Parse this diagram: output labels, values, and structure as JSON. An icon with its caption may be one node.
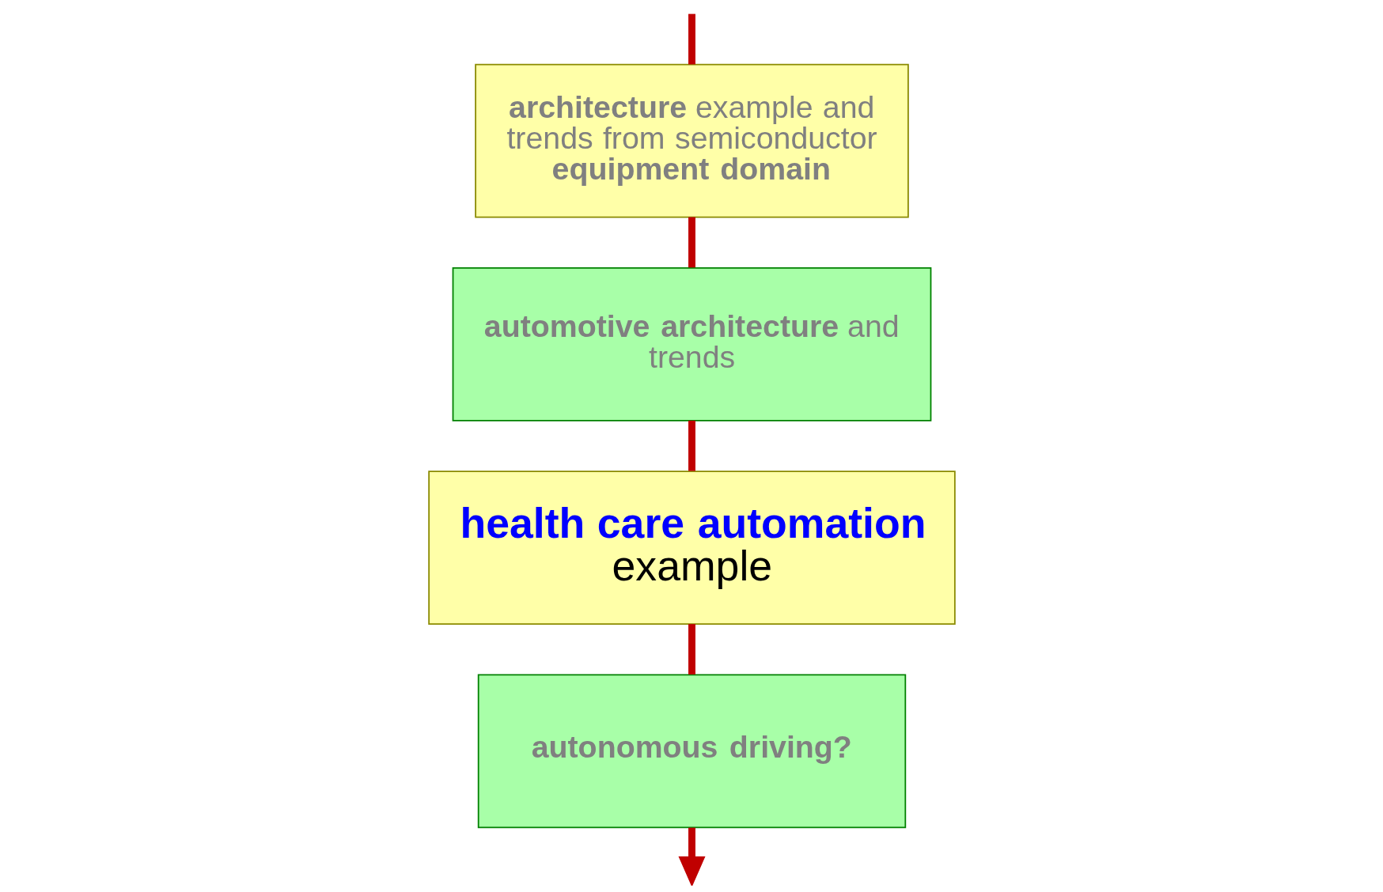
{
  "diagram": {
    "nodes": [
      {
        "text": [
          "**architecture** example and trends from semiconductor **equipment domain**"
        ]
      },
      {
        "text": [
          "**automotive architecture** and trends"
        ]
      },
      {
        "text": [
          "**health care automation** example"
        ]
      },
      {
        "text": [
          "**autonomous driving?**"
        ]
      }
    ],
    "edges": [
      {
        "from": null,
        "to": 0,
        "arrow": "none"
      },
      {
        "from": 0,
        "to": 1,
        "arrow": "none"
      },
      {
        "from": 1,
        "to": 2,
        "arrow": "none"
      },
      {
        "from": 2,
        "to": 3,
        "arrow": "none"
      },
      {
        "from": 3,
        "to": null,
        "arrow": "to"
      }
    ]
  }
}
